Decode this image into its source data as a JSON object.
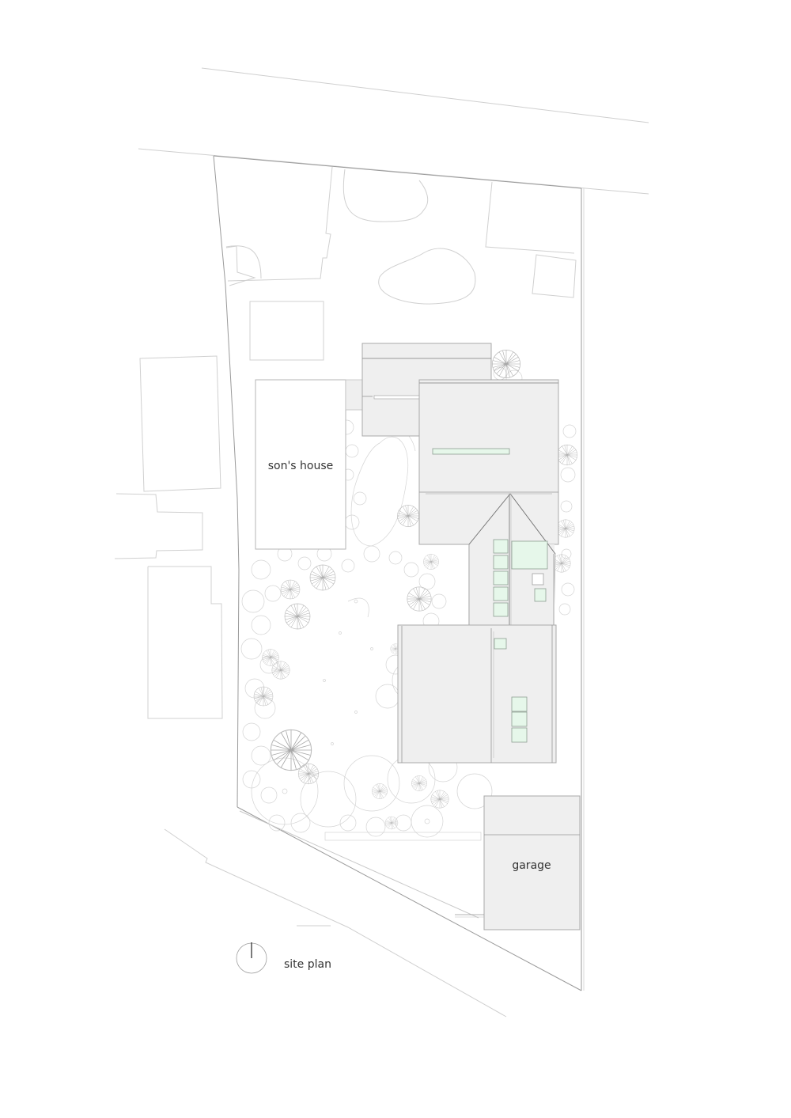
{
  "title": "site plan",
  "labels": {
    "sons_house": "son's house",
    "garage": "garage",
    "site_plan": "site plan"
  },
  "colors": {
    "roof_fill": "#efefef",
    "line": "#b5b5b5",
    "dark_line": "#888888",
    "skylight_fill": "#e6f7ea",
    "skylight_stroke": "#8e9e92",
    "landscape": "#cfcfcf",
    "text": "#333333"
  },
  "north_arrow": {
    "icon": "north-arrow-icon",
    "direction": "up"
  },
  "buildings": [
    {
      "id": "sons-house",
      "label": "son's house"
    },
    {
      "id": "main-house-north-wing"
    },
    {
      "id": "main-house-central-block"
    },
    {
      "id": "main-house-gabled-wing"
    },
    {
      "id": "main-house-south-wing"
    },
    {
      "id": "garage",
      "label": "garage"
    }
  ]
}
